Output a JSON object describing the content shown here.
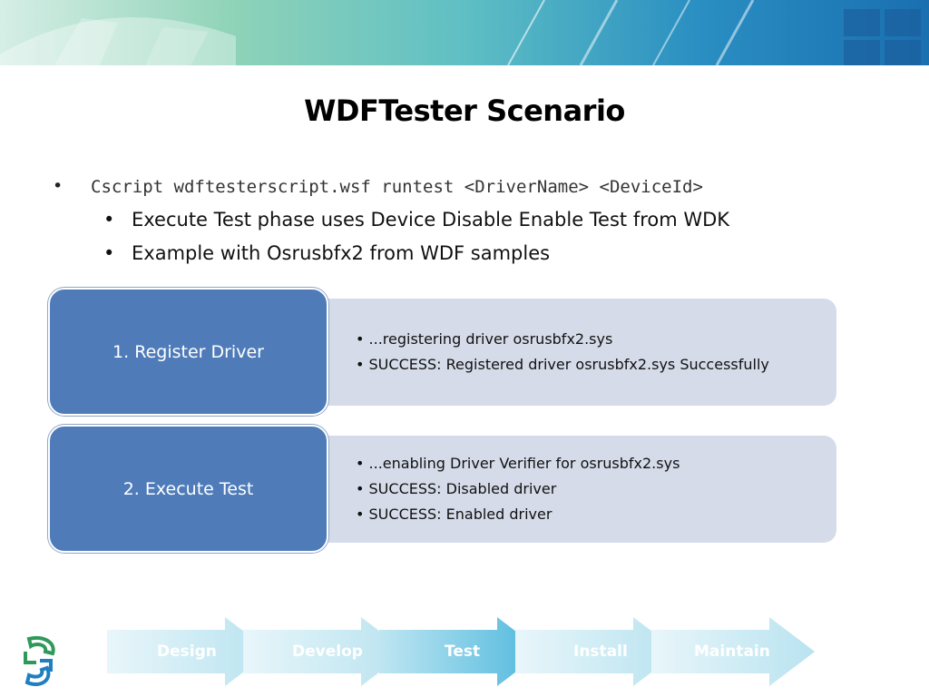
{
  "slide": {
    "title": "WDFTester Scenario",
    "command_bullet": "•",
    "command": "Cscript wdftesterscript.wsf runtest <DriverName> <DeviceId>",
    "sub_bullets": [
      {
        "bullet": "•",
        "text": "Execute Test phase uses Device Disable Enable Test from WDK"
      },
      {
        "bullet": "•",
        "text": "Example with Osrusbfx2 from WDF samples"
      }
    ]
  },
  "steps": [
    {
      "label": "1.  Register Driver",
      "lines": [
        "• ...registering driver osrusbfx2.sys",
        "•  SUCCESS: Registered driver osrusbfx2.sys Successfully"
      ]
    },
    {
      "label": "2.  Execute Test",
      "lines": [
        "• ...enabling Driver Verifier for osrusbfx2.sys",
        "• SUCCESS: Disabled driver",
        "•  SUCCESS: Enabled driver"
      ]
    }
  ],
  "lifecycle": {
    "stages": [
      "Design",
      "Develop",
      "Test",
      "Install",
      "Maintain"
    ],
    "active_stage": "Test"
  },
  "colors": {
    "step_box": "#4f7cb9",
    "panel": "#d5dbe9",
    "arrow_light": "#bfe6f2",
    "arrow_active": "#5fc2e0"
  },
  "icons": {
    "logo": "lifecycle-logo-icon"
  }
}
